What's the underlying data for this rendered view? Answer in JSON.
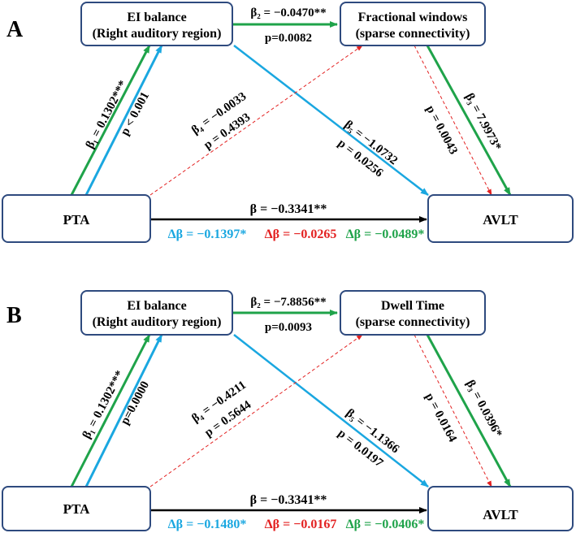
{
  "colors": {
    "box_border": "#2e4a7e",
    "green": "#1fa34a",
    "blue": "#1aa7e0",
    "red": "#e32121",
    "black": "#000000"
  },
  "panels": [
    {
      "letter": "A",
      "ei_line1": "EI balance",
      "ei_line2": "(Right auditory region)",
      "med_line1": "Fractional windows",
      "med_line2": "(sparse connectivity)",
      "pta": "PTA",
      "avlt": "AVLT",
      "b2": "β₂ = −0.0470**",
      "p2": "p=0.0082",
      "b1": "β₁ = 0.1302***",
      "p1": "p < 0.001",
      "b4": "β₄ = −0.0033",
      "p4": "p = 0.4393",
      "b5": "β₅ = −1.0732",
      "p5": "p = 0.0256",
      "b3": "β₃ = 7.9973*",
      "p3": "p = 0.0043",
      "b_total": "β = −0.3341**",
      "d_blue": "Δβ = −0.1397*",
      "d_red": "Δβ = −0.0265",
      "d_green": "Δβ = −0.0489*"
    },
    {
      "letter": "B",
      "ei_line1": "EI balance",
      "ei_line2": "(Right auditory region)",
      "med_line1": "Dwell Time",
      "med_line2": "(sparse connectivity)",
      "pta": "PTA",
      "avlt": "AVLT",
      "b2": "β₂ = −7.8856**",
      "p2": "p=0.0093",
      "b1": "β₁ = 0.1302***",
      "p1": "p=0.0000",
      "b4": "β₄ = −0.4211",
      "p4": "p = 0.5644",
      "b5": "β₅ = −1.1366",
      "p5": "p = 0.0197",
      "b3": "β₃ = 0.0396*",
      "p3": "p = 0.0164",
      "b_total": "β = −0.3341**",
      "d_blue": "Δβ = −0.1480*",
      "d_red": "Δβ = −0.0167",
      "d_green": "Δβ = −0.0406*"
    }
  ]
}
